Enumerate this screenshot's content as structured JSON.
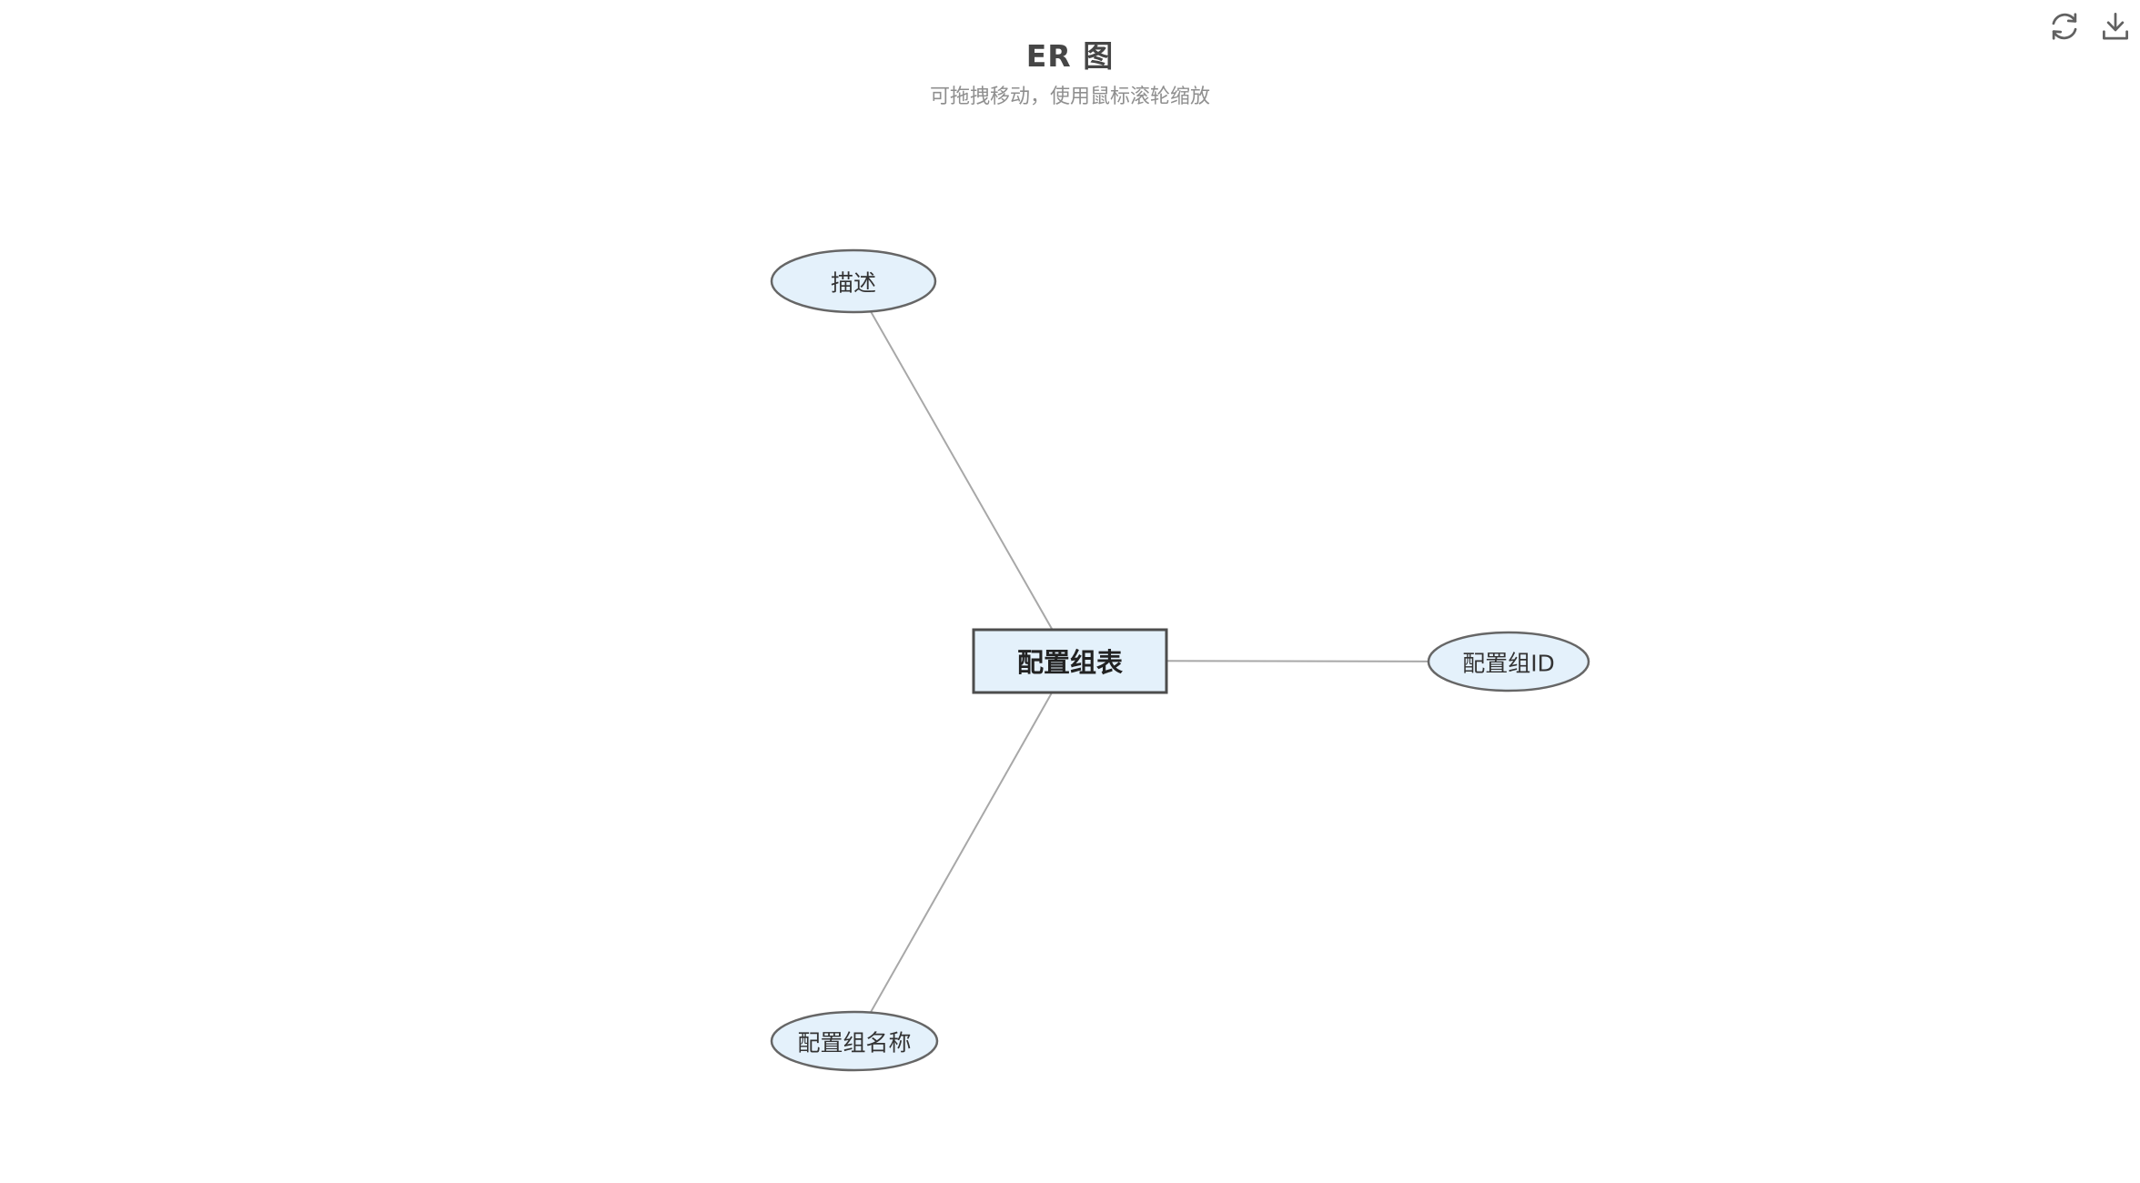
{
  "page": {
    "title": "ER 图",
    "subtitle": "可拖拽移动，使用鼠标滚轮缩放"
  },
  "toolbox": {
    "icons": [
      {
        "name": "restore-icon"
      },
      {
        "name": "download-icon"
      }
    ]
  },
  "colors": {
    "node_fill": "#e4f1fb",
    "attribute_border": "#666666",
    "entity_border": "#4d4d4d",
    "edge": "#a8a8a8",
    "title_text": "#464646",
    "subtitle_text": "#8f8f8f",
    "icon": "#616161"
  },
  "diagram": {
    "entity": {
      "label": "配置组表"
    },
    "attributes": [
      {
        "label": "描述"
      },
      {
        "label": "配置组ID"
      },
      {
        "label": "配置组名称"
      }
    ]
  }
}
